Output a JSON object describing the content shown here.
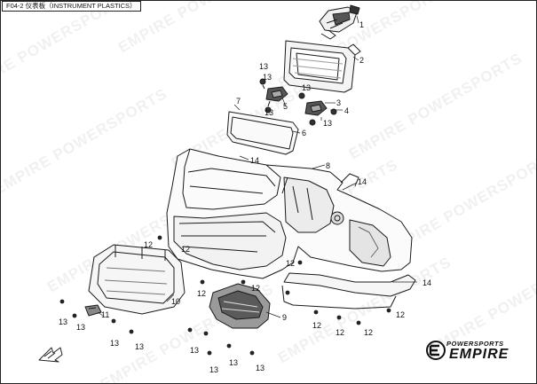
{
  "title": "F04-2 仪表板（INSTRUMENT PLASTICS）",
  "watermark": "EMPIRE POWERSPORTS",
  "callouts": [
    {
      "id": "c1",
      "label": "1"
    },
    {
      "id": "c2",
      "label": "2"
    },
    {
      "id": "c3",
      "label": "3"
    },
    {
      "id": "c4",
      "label": "4"
    },
    {
      "id": "c5",
      "label": "5"
    },
    {
      "id": "c6",
      "label": "6"
    },
    {
      "id": "c7",
      "label": "7"
    },
    {
      "id": "c8",
      "label": "8"
    },
    {
      "id": "c9",
      "label": "9"
    },
    {
      "id": "c10",
      "label": "10"
    },
    {
      "id": "c11",
      "label": "11"
    },
    {
      "id": "c12",
      "label": "12"
    },
    {
      "id": "c13",
      "label": "13"
    },
    {
      "id": "c14",
      "label": "14"
    }
  ],
  "logo": {
    "tagline": "POWERSPORTS",
    "brand": "EMPIRE"
  }
}
